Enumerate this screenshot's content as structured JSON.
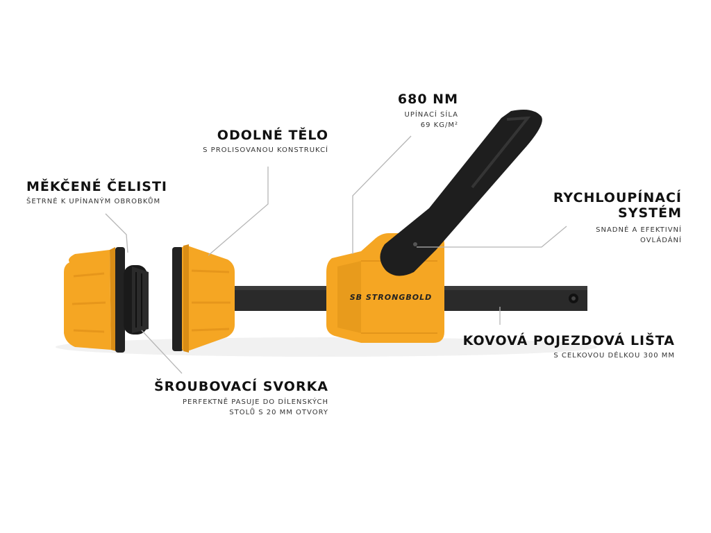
{
  "colors": {
    "orange": "#F5A623",
    "orange_dark": "#C97F12",
    "black": "#1E1E1E",
    "rail": "#2A2A2A",
    "line": "#B5B5B5"
  },
  "brand": {
    "logo_text": "SB STRONGBOLD"
  },
  "callouts": {
    "jaws": {
      "title": "MĚKČENÉ ČELISTI",
      "sub": "ŠETRNÉ K UPÍNANÝM OBROBKŮM"
    },
    "body": {
      "title": "ODOLNÉ TĚLO",
      "sub": "S PROLISOVANOU KONSTRUKCÍ"
    },
    "force": {
      "title": "680 NM",
      "sub1": "UPÍNACÍ SÍLA",
      "sub2": "69 KG/M²"
    },
    "quick": {
      "title1": "RYCHLOUPÍNACÍ",
      "title2": "SYSTÉM",
      "sub1": "SNADNÉ A EFEKTIVNÍ",
      "sub2": "OVLÁDÁNÍ"
    },
    "rail": {
      "title": "KOVOVÁ POJEZDOVÁ LIŠTA",
      "sub": "S CELKOVOU DÉLKOU 300 MM"
    },
    "screw": {
      "title": "ŠROUBOVACÍ SVORKA",
      "sub1": "PERFEKTNĚ PASUJE DO DÍLENSKÝCH",
      "sub2": "STOLŮ S 20 MM OTVORY"
    }
  }
}
